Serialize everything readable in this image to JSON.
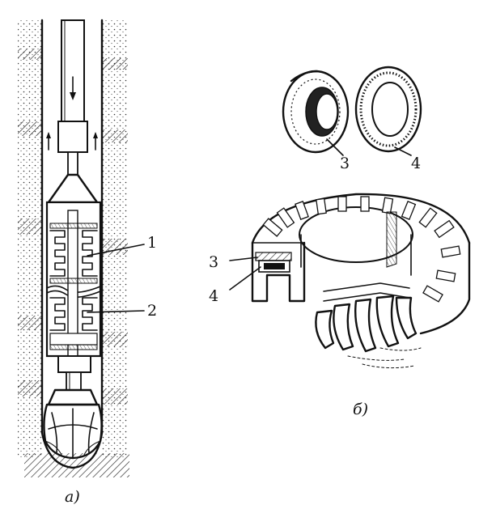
{
  "figure": {
    "labels": {
      "callout_1": "1",
      "callout_2": "2",
      "callout_3_top": "3",
      "callout_4_top": "4",
      "callout_3_side": "3",
      "callout_4_side": "4"
    },
    "captions": {
      "left": "а)",
      "right": "б)"
    }
  }
}
